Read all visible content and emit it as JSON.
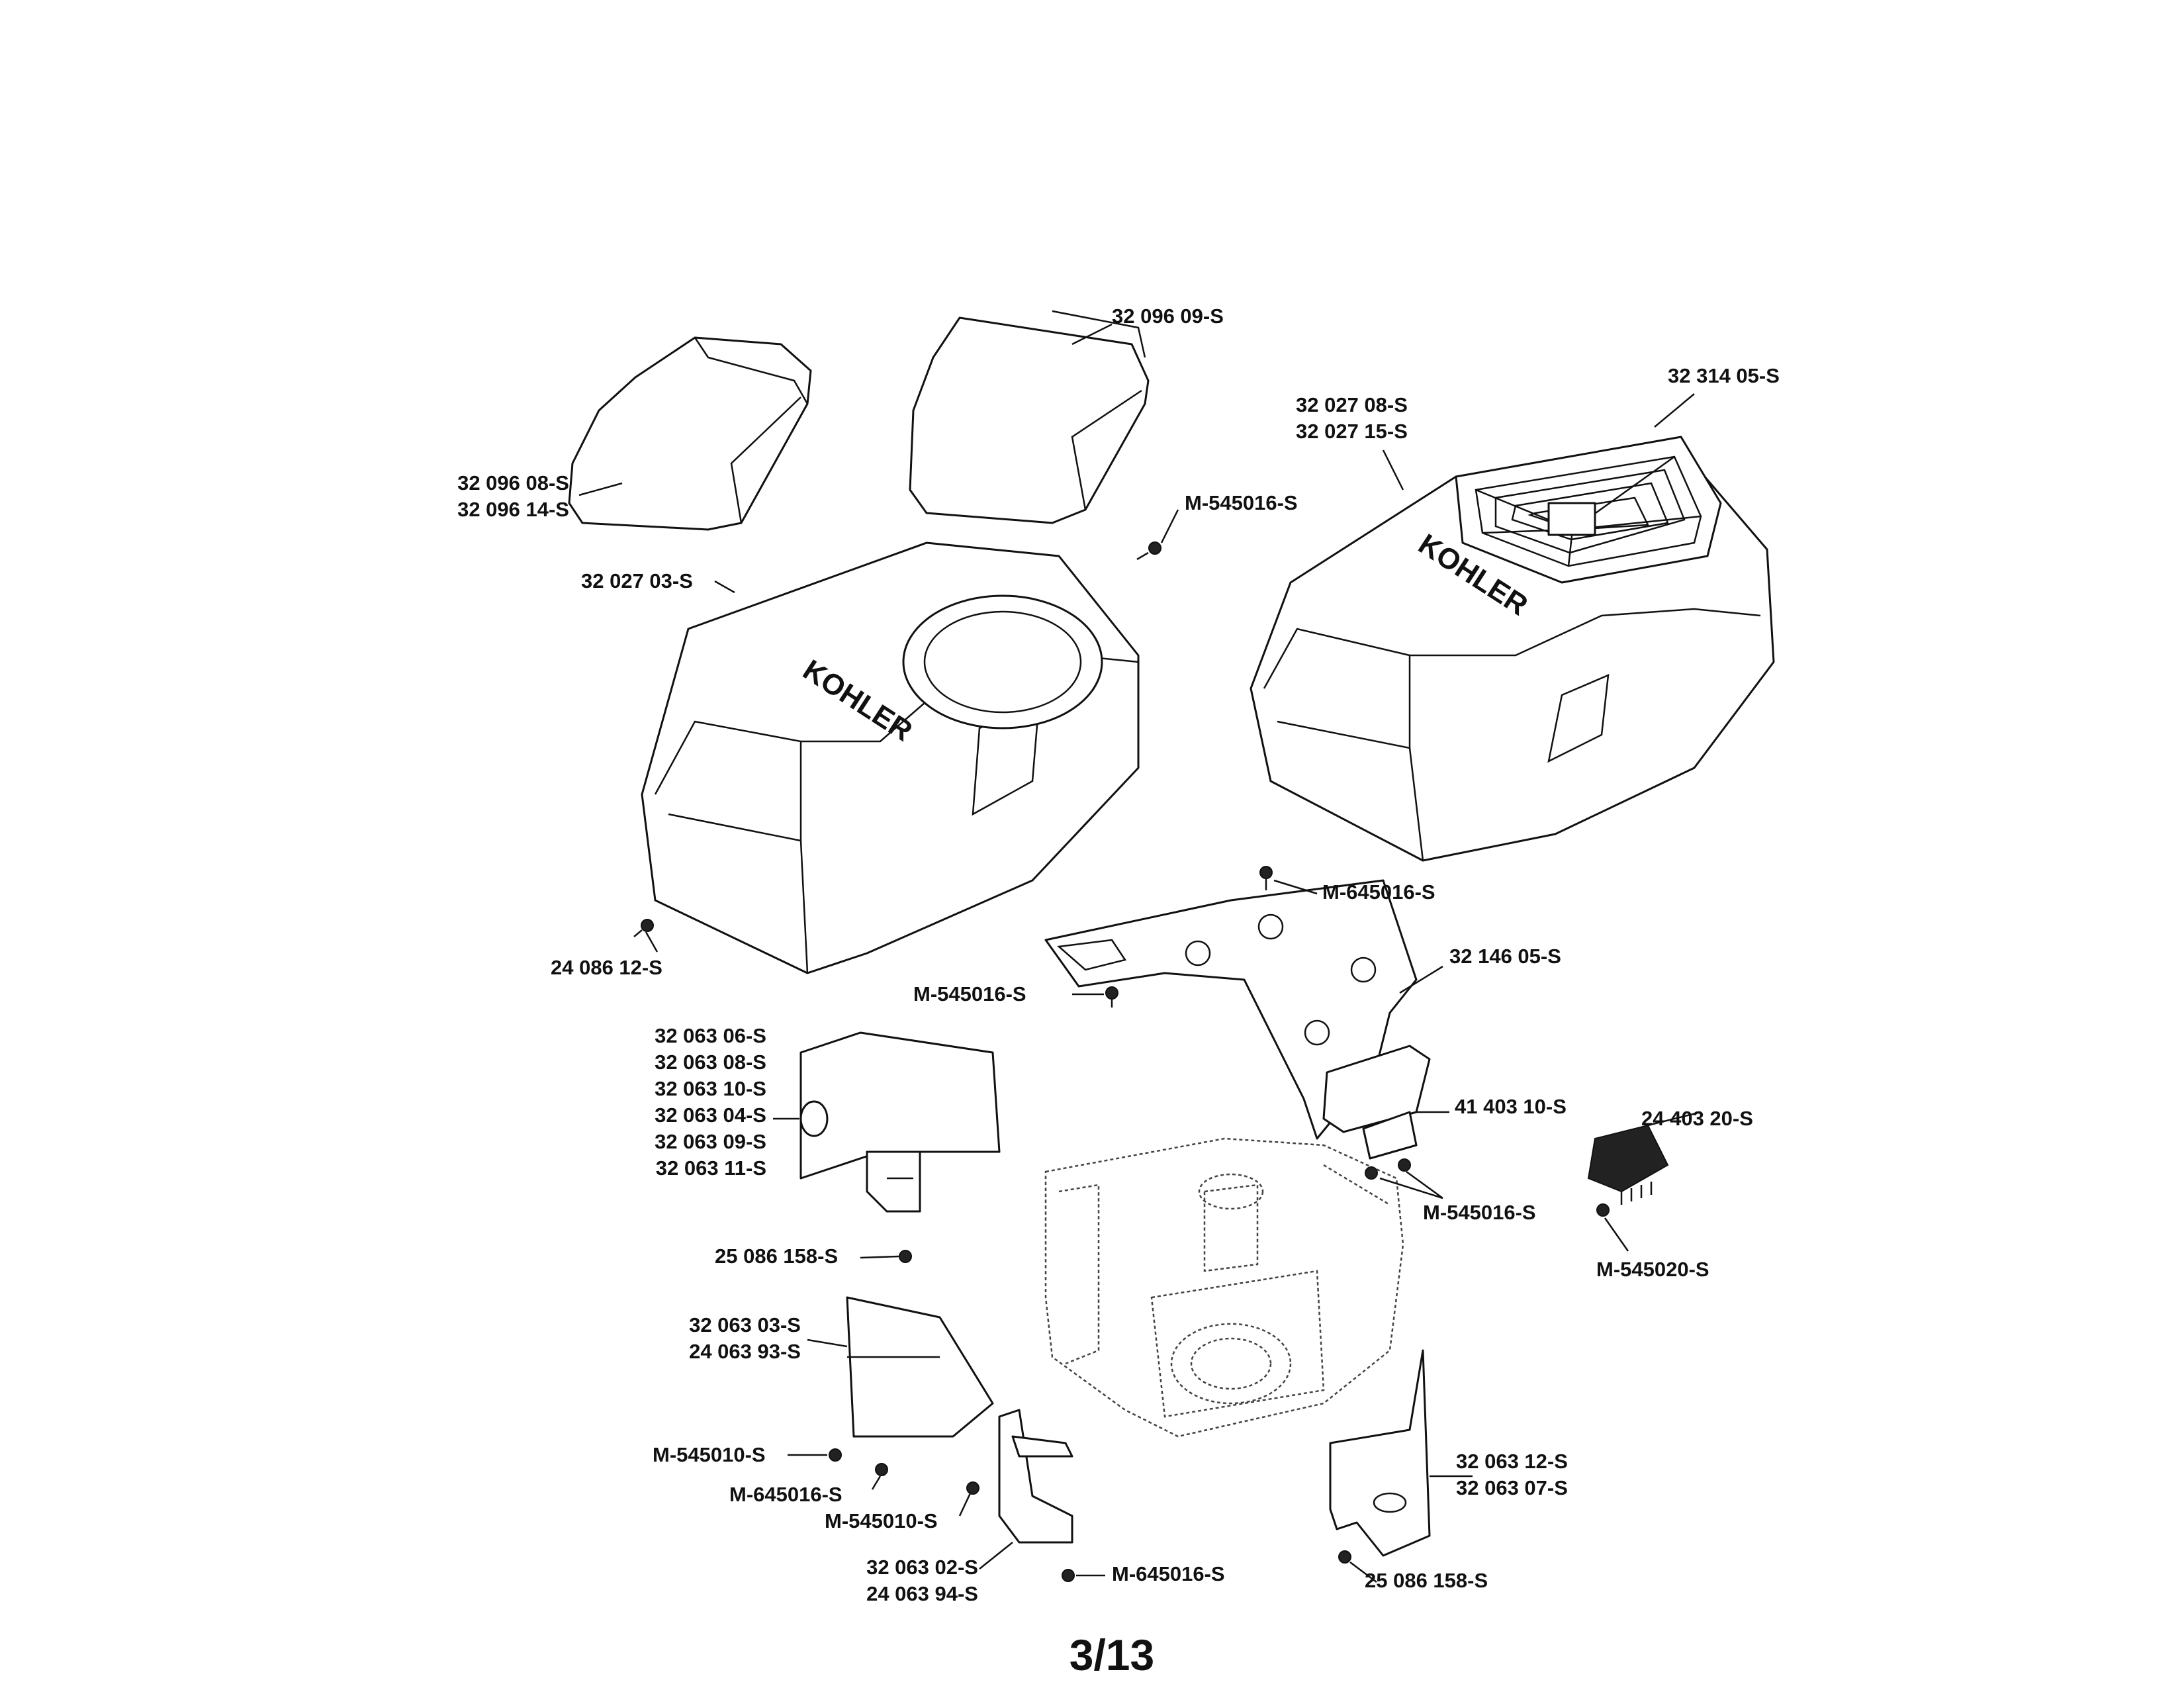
{
  "callouts": {
    "c1": "32 096 09-S",
    "c2": "32 314 05-S",
    "c3a": "32 027 08-S",
    "c3b": "32 027 15-S",
    "c4a": "32 096 08-S",
    "c4b": "32 096 14-S",
    "c5": "M-545016-S",
    "c6": "32 027 03-S",
    "c7": "M-645016-S",
    "c8": "24 086 12-S",
    "c9": "32 146 05-S",
    "c10": "M-545016-S",
    "c11a": "32 063 06-S",
    "c11b": "32 063 08-S",
    "c11c": "32 063 10-S",
    "c11d": "32 063 04-S",
    "c11e": "32 063 09-S",
    "c11f": "32 063 11-S",
    "c12": "41 403 10-S",
    "c13": "24 403 20-S",
    "c14": "M-545016-S",
    "c15": "M-545020-S",
    "c16": "25 086 158-S",
    "c17a": "32 063 03-S",
    "c17b": "24 063 93-S",
    "c18": "M-545010-S",
    "c19": "M-645016-S",
    "c20": "M-545010-S",
    "c21a": "32 063 12-S",
    "c21b": "32 063 07-S",
    "c22a": "32 063 02-S",
    "c22b": "24 063 94-S",
    "c23": "M-645016-S",
    "c24": "25 086 158-S"
  },
  "logo_text": "KOHLER",
  "page_number": "3/13"
}
